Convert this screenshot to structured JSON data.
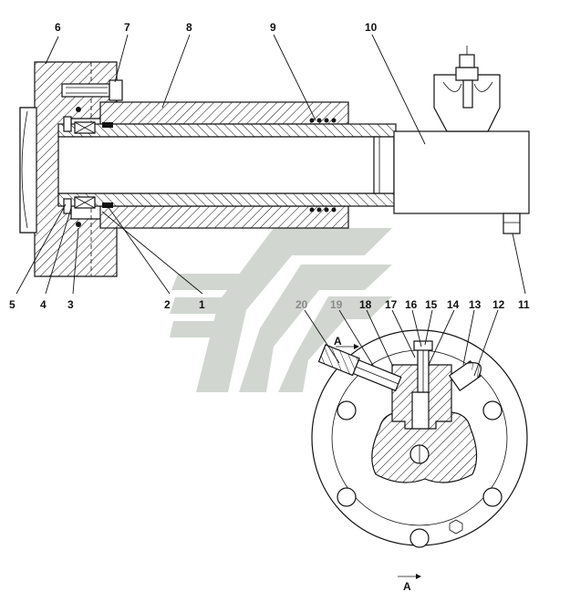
{
  "callouts": [
    {
      "id": "1",
      "label": "1"
    },
    {
      "id": "2",
      "label": "2"
    },
    {
      "id": "3",
      "label": "3"
    },
    {
      "id": "4",
      "label": "4"
    },
    {
      "id": "5",
      "label": "5"
    },
    {
      "id": "6",
      "label": "6"
    },
    {
      "id": "7",
      "label": "7"
    },
    {
      "id": "8",
      "label": "8"
    },
    {
      "id": "9",
      "label": "9"
    },
    {
      "id": "10",
      "label": "10"
    },
    {
      "id": "11",
      "label": "11"
    },
    {
      "id": "12",
      "label": "12"
    },
    {
      "id": "13",
      "label": "13"
    },
    {
      "id": "14",
      "label": "14"
    },
    {
      "id": "15",
      "label": "15"
    },
    {
      "id": "16",
      "label": "16"
    },
    {
      "id": "17",
      "label": "17"
    },
    {
      "id": "18",
      "label": "18"
    },
    {
      "id": "19",
      "label": "19"
    },
    {
      "id": "20",
      "label": "20"
    }
  ],
  "view_markers": {
    "section_upper": "A",
    "section_lower": "A"
  },
  "colors": {
    "ink": "#111111",
    "watermark": "#c9cfc9",
    "grey_label": "#8a8a8a"
  }
}
